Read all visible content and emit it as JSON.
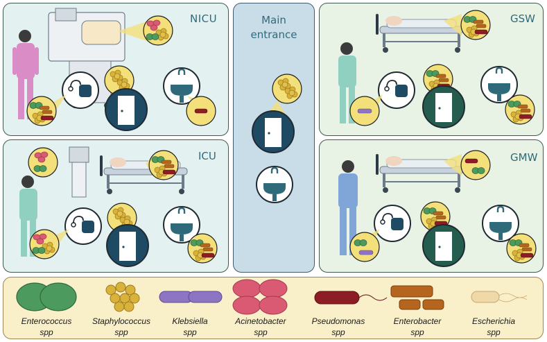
{
  "wards": {
    "nicu": {
      "label": "NICU"
    },
    "icu": {
      "label": "ICU"
    },
    "gsw": {
      "label": "GSW"
    },
    "gmw": {
      "label": "GMW"
    }
  },
  "entrance": {
    "line1": "Main",
    "line2": "entrance"
  },
  "legend": [
    {
      "name": "Enterococcus",
      "suffix": "spp",
      "color": "#4c9a5e"
    },
    {
      "name": "Staphylococcus",
      "suffix": "spp",
      "color": "#d8b23a"
    },
    {
      "name": "Klebsiella",
      "suffix": "spp",
      "color": "#8e75c4"
    },
    {
      "name": "Acinetobacter",
      "suffix": "spp",
      "color": "#d95a72"
    },
    {
      "name": "Pseudomonas",
      "suffix": "spp",
      "color": "#8c1d24"
    },
    {
      "name": "Enterobacter",
      "suffix": "spp",
      "color": "#b5651d"
    },
    {
      "name": "Escherichia",
      "suffix": "spp",
      "color": "#f0d9a8"
    }
  ],
  "colors": {
    "nurse_pink": "#d98cc6",
    "nurse_teal": "#8fd0c0",
    "nurse_blue": "#7fa6d6",
    "door_dark": "#1f4a64",
    "lens_yellow": "#f3e07a"
  }
}
